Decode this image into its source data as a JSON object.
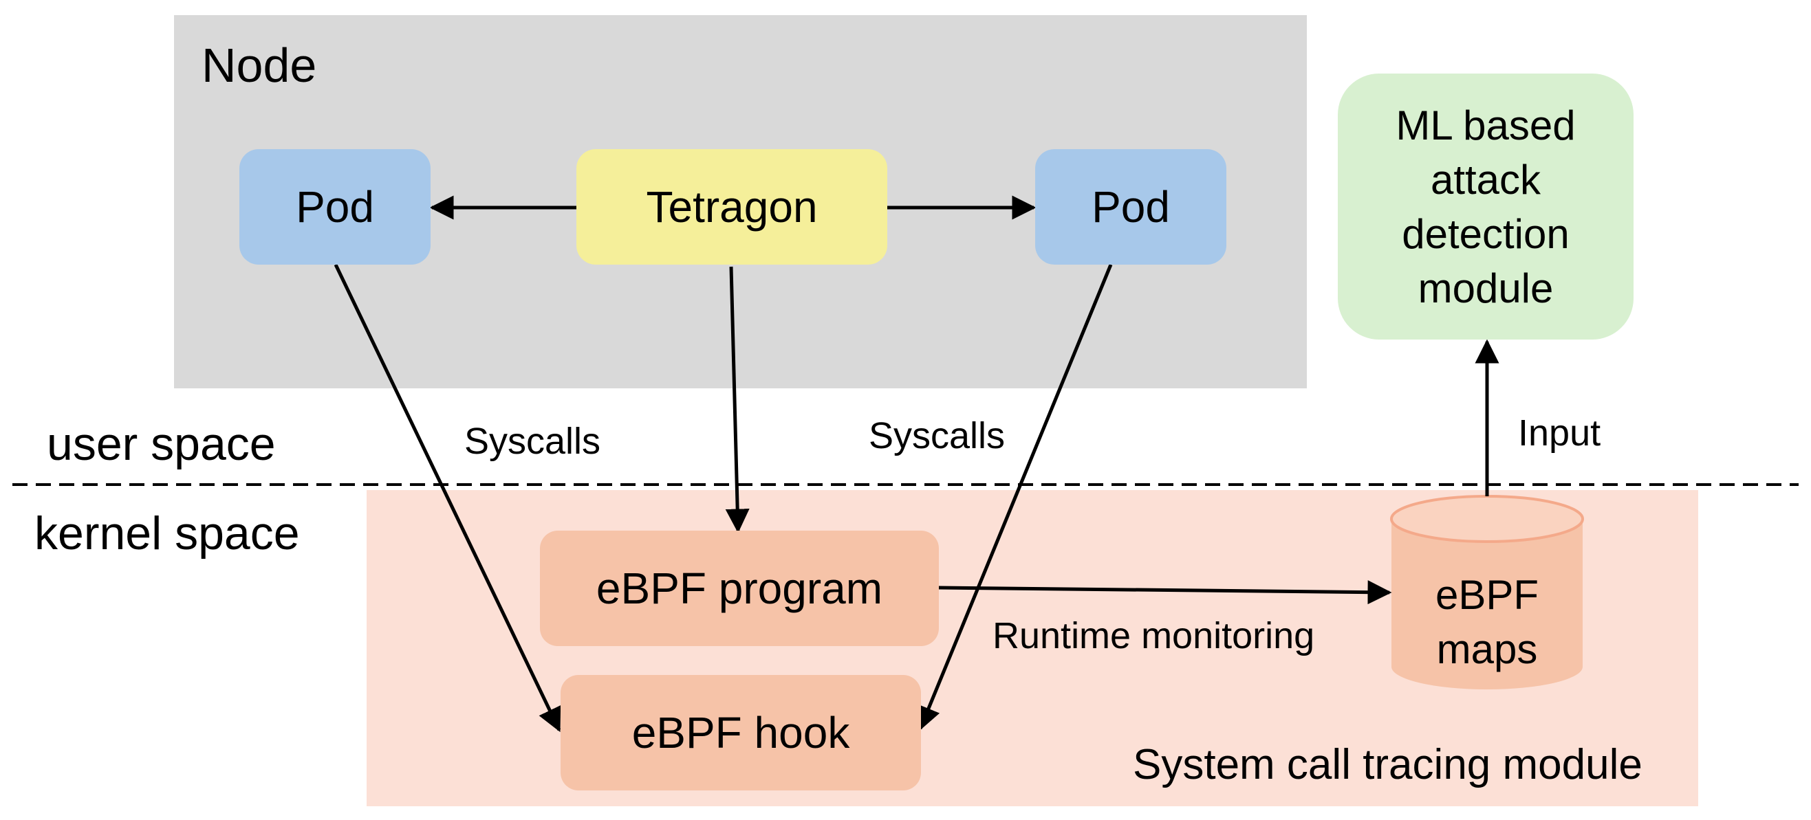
{
  "regions": {
    "node_title": "Node",
    "user_space": "user space",
    "kernel_space": "kernel space",
    "tracing_module": "System call tracing module"
  },
  "nodes": {
    "pod_left": "Pod",
    "tetragon": "Tetragon",
    "pod_right": "Pod",
    "ml_module": "ML based attack detection module",
    "ebpf_program": "eBPF program",
    "ebpf_hook": "eBPF hook",
    "ebpf_maps": "eBPF maps"
  },
  "edge_labels": {
    "syscalls_left": "Syscalls",
    "syscalls_right": "Syscalls",
    "input": "Input",
    "runtime_monitoring": "Runtime monitoring"
  },
  "colors": {
    "node_region": "#d9d9d9",
    "kernel_region": "#fce0d6",
    "pod": "#a7c8ea",
    "tetragon": "#f5ef9a",
    "ml_module": "#d8f0d0",
    "ebpf": "#f6c3a8",
    "cylinder_top": "#fad3c0",
    "cylinder_stroke": "#f4a98a"
  }
}
